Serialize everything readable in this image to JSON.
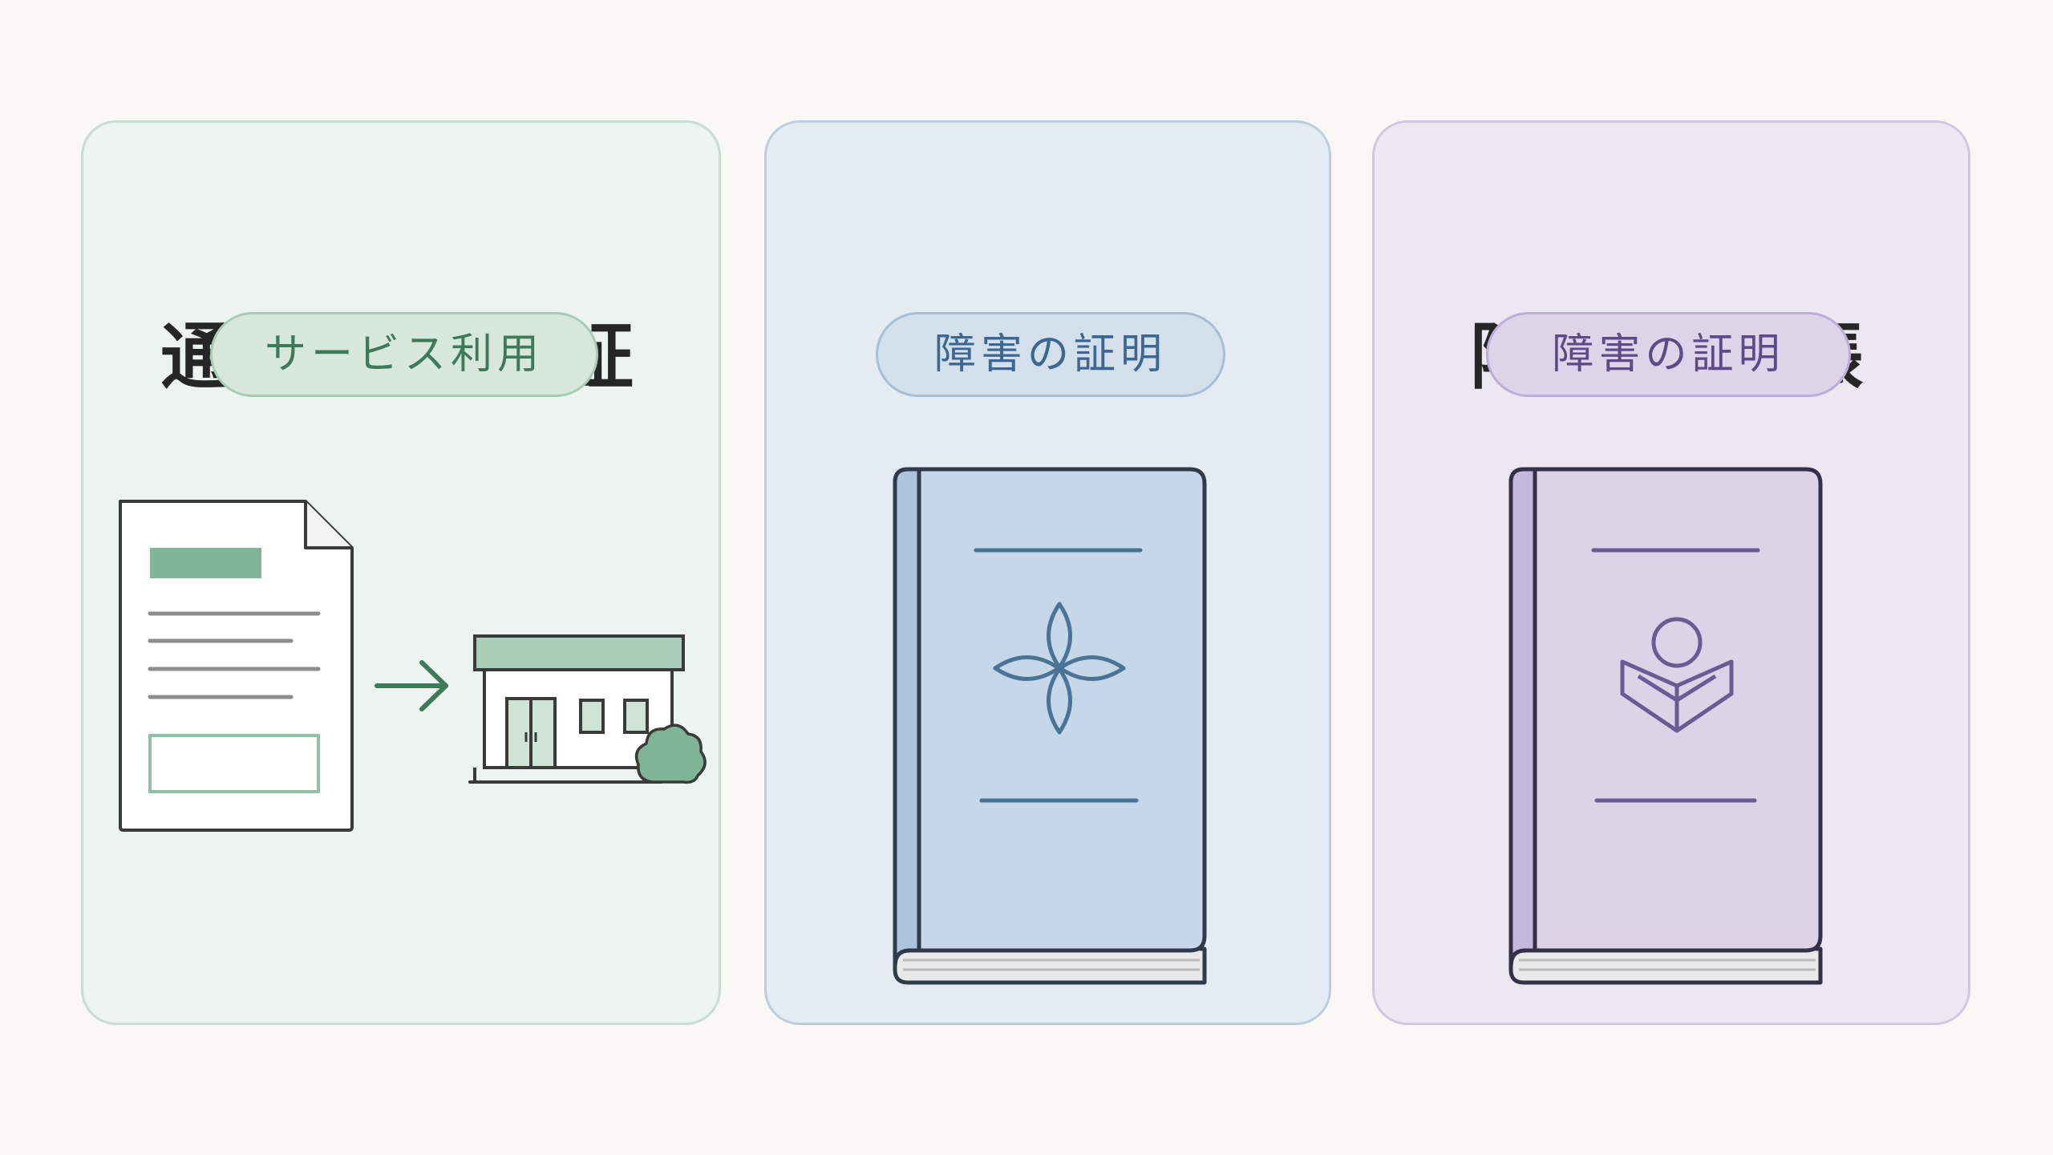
{
  "cards": [
    {
      "title": "通所受給者証",
      "pill": "サービス利用",
      "icons": [
        "document-icon",
        "arrow-right-icon",
        "facility-building-icon",
        "shrub-icon"
      ],
      "accent": "#6fa987"
    },
    {
      "title": "療育手帳",
      "pill": "障害の証明",
      "icons": [
        "book-icon",
        "flower-emblem-icon"
      ],
      "accent": "#4a7397"
    },
    {
      "title": "障害者手帳",
      "pill": "障害の証明",
      "icons": [
        "book-icon",
        "person-book-emblem-icon"
      ],
      "accent": "#6a5b93"
    }
  ]
}
